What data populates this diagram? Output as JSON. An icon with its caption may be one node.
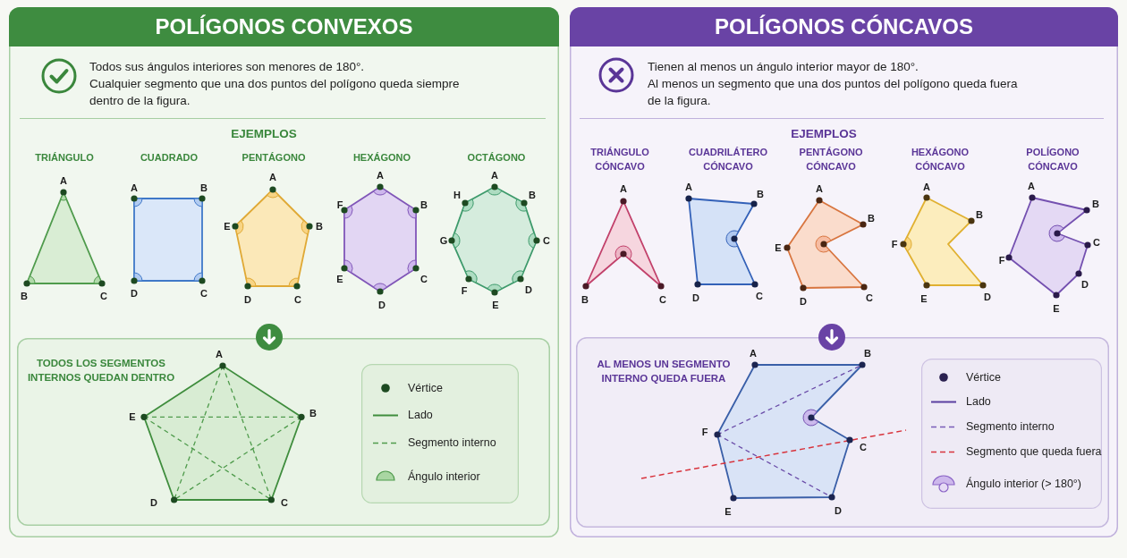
{
  "diagram": {
    "nodes": [
      {
        "text": [
          "POLÍGONOS CONVEXOS",
          "Todos sus ángulos interiores son menores de 180°.",
          "Cualquier segmento que una dos puntos del polígono queda siempre dentro de la figura."
        ]
      },
      {
        "text": [
          "TRIÁNGULO"
        ],
        "in": 0,
        "beside": [
          "A",
          "B",
          "C"
        ]
      },
      {
        "text": [
          "CUADRADO"
        ],
        "in": 0,
        "beside": [
          "A",
          "B",
          "D",
          "C"
        ]
      },
      {
        "text": [
          "PENTÁGONO"
        ],
        "in": 0,
        "beside": [
          "A",
          "E",
          "B",
          "D",
          "C"
        ]
      },
      {
        "text": [
          "HEXÁGONO"
        ],
        "in": 0,
        "beside": [
          "A",
          "F",
          "B",
          "E",
          "C",
          "D"
        ]
      },
      {
        "text": [
          "OCTÁGONO"
        ],
        "in": 0,
        "beside": [
          "A",
          "H",
          "B",
          "G",
          "C",
          "F",
          "D",
          "E"
        ]
      },
      {
        "text": [
          "TODOS LOS SEGMENTOS INTERNOS QUEDAN DENTRO"
        ],
        "in": 0
      },
      {
        "text": [],
        "shape": "pentagon",
        "in": 6,
        "beside": [
          "A",
          "E",
          "B",
          "D",
          "C"
        ]
      },
      {
        "text": [
          "POLÍGONOS CÓNCAVOS",
          "Tienen al menos un ángulo interior mayor de 180°.",
          "Al menos un segmento que una dos puntos del polígono queda fuera de la figura."
        ]
      },
      {
        "text": [
          "TRIÁNGULO CÓNCAVO"
        ],
        "in": 8,
        "beside": [
          "A",
          "B",
          "C"
        ]
      },
      {
        "text": [
          "CUADRILÁTERO CÓNCAVO"
        ],
        "in": 8,
        "beside": [
          "A",
          "B",
          "D",
          "C"
        ]
      },
      {
        "text": [
          "PENTÁGONO CÓNCAVO"
        ],
        "in": 8,
        "beside": [
          "A",
          "B",
          "E",
          "D",
          "C"
        ]
      },
      {
        "text": [
          "HEXÁGONO CÓNCAVO"
        ],
        "in": 8,
        "beside": [
          "A",
          "B",
          "F",
          "E",
          "D"
        ]
      },
      {
        "text": [
          "POLÍGONO CÓNCAVO"
        ],
        "in": 8,
        "beside": [
          "A",
          "B",
          "C",
          "F",
          "D",
          "E"
        ]
      },
      {
        "text": [
          "AL MENOS UN SEGMENTO INTERNO QUEDA FUERA"
        ],
        "in": 8
      },
      {
        "text": [],
        "shape": "polygon",
        "in": 14,
        "beside": [
          "A",
          "B",
          "F",
          "C",
          "E",
          "D"
        ]
      }
    ],
    "labels": [
      "EJEMPLOS",
      "EJEMPLOS"
    ],
    "legend": [
      {
        "text": "Vértice"
      },
      {
        "text": "Lado"
      },
      {
        "text": "Segmento interno"
      },
      {
        "text": "Ángulo interior"
      },
      {
        "text": "Vértice"
      },
      {
        "text": "Lado"
      },
      {
        "text": "Segmento interno"
      },
      {
        "text": "Segmento que queda fuera"
      },
      {
        "text": "Ángulo interior (> 180°)"
      }
    ]
  }
}
